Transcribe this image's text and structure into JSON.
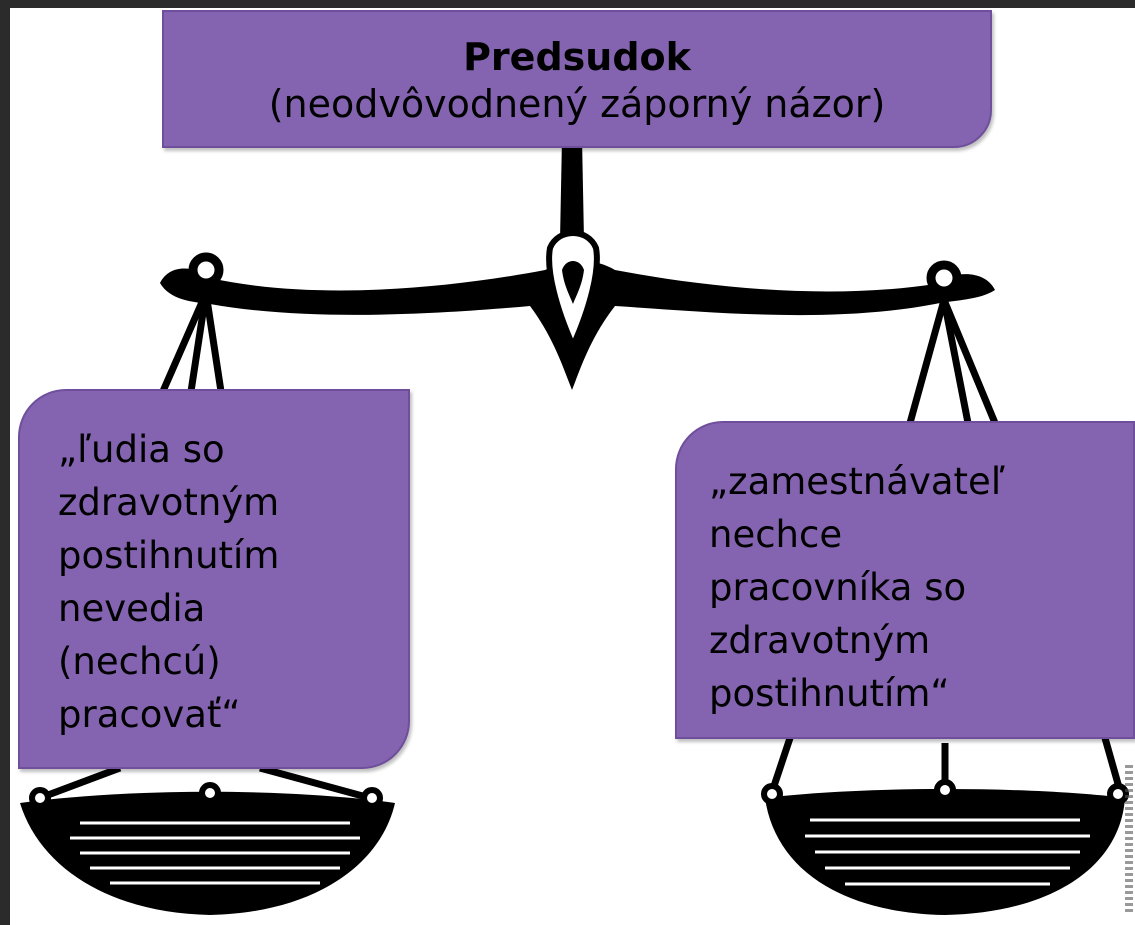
{
  "title": {
    "heading": "Predsudok",
    "subtitle": "(neodvôvodnený záporný názor)"
  },
  "left_pan": {
    "text": "„ľudia so\nzdravotným\npostihnutím\nnevedia\n(nechcú)\npracovať“"
  },
  "right_pan": {
    "text": "„zamestnávateľ\nnechce\npracovníka so\nzdravotným\npostihnutím“"
  },
  "colors": {
    "box_fill": "#8464b0",
    "scale_ink": "#000000",
    "background": "#ffffff"
  }
}
